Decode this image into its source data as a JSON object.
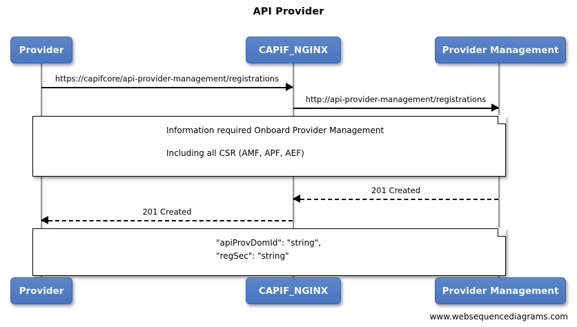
{
  "diagram": {
    "title": "API Provider",
    "type": "sequence-diagram",
    "footer": "www.websequencediagrams.com",
    "accent_color": "#4f7cc4",
    "background_color": "#ffffff",
    "line_color": "#000000"
  },
  "participants": [
    {
      "id": "provider",
      "label": "Provider"
    },
    {
      "id": "capif_nginx",
      "label": "CAPIF_NGINX"
    },
    {
      "id": "provider_management",
      "label": "Provider Management"
    }
  ],
  "messages": [
    {
      "id": "m1",
      "label": "https://capifcore/api-provider-management/registrations",
      "from": "provider",
      "to": "capif_nginx",
      "style": "solid",
      "direction": "right"
    },
    {
      "id": "m2",
      "label": "http://api-provider-management/registrations",
      "from": "capif_nginx",
      "to": "provider_management",
      "style": "solid",
      "direction": "right"
    },
    {
      "id": "m3",
      "label": "201 Created",
      "from": "provider_management",
      "to": "capif_nginx",
      "style": "dashed",
      "direction": "left"
    },
    {
      "id": "m4",
      "label": "201 Created",
      "from": "capif_nginx",
      "to": "provider",
      "style": "dashed",
      "direction": "left"
    }
  ],
  "notes": [
    {
      "id": "note1",
      "lines": [
        "Information required Onboard Provider Management",
        "Including all CSR (AMF, APF, AEF)"
      ]
    },
    {
      "id": "note2",
      "lines": [
        "\"apiProvDomId\": \"string\",",
        "\"regSec\": \"string\""
      ]
    }
  ]
}
